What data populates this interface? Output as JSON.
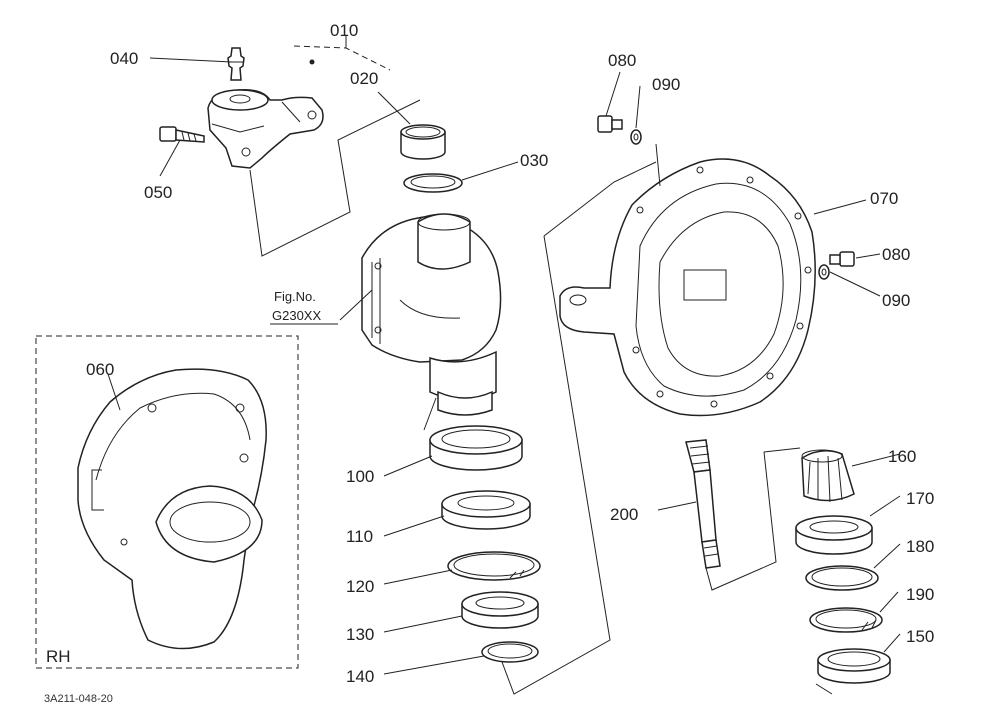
{
  "diagram": {
    "part_labels": {
      "p010": "010",
      "p020": "020",
      "p030": "030",
      "p040": "040",
      "p050": "050",
      "p060": "060",
      "p070": "070",
      "p080a": "080",
      "p090a": "090",
      "p080b": "080",
      "p090b": "090",
      "p100": "100",
      "p110": "110",
      "p120": "120",
      "p130": "130",
      "p140": "140",
      "p150": "150",
      "p160": "160",
      "p170": "170",
      "p180": "180",
      "p190": "190",
      "p200": "200"
    },
    "fig_ref": {
      "line1": "Fig.No.",
      "line2": "G230XX"
    },
    "rh_label": "RH",
    "drawing_code": "3A211-048-20"
  }
}
